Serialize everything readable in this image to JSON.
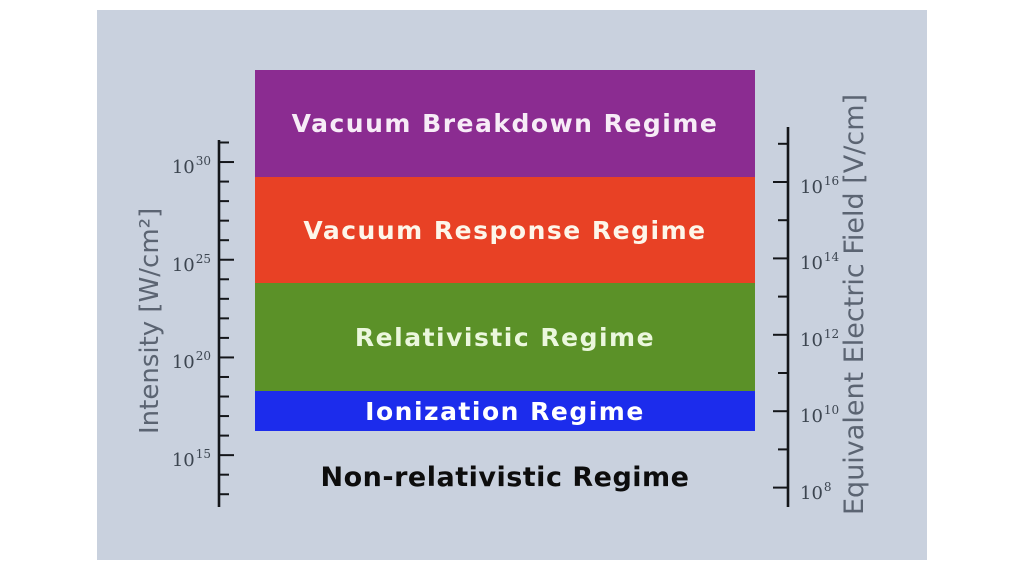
{
  "page": {
    "background": "#ffffff",
    "panel_background": "#c9d1de",
    "axis_color": "#14161a"
  },
  "chart_data": {
    "type": "bar",
    "variant": "horizontal-regime-bands",
    "scale": "log",
    "grid": false,
    "legend": false,
    "left_axis": {
      "label": "Intensity [W/cm²]",
      "units": "W/cm²",
      "side": "left",
      "tick_direction": "right",
      "range_exp": [
        12.3,
        30.9
      ],
      "minor_ticks_per_decade": 1,
      "ticks": [
        {
          "base": "10",
          "exp": "30",
          "value_exp": 30
        },
        {
          "base": "10",
          "exp": "25",
          "value_exp": 25
        },
        {
          "base": "10",
          "exp": "20",
          "value_exp": 20
        },
        {
          "base": "10",
          "exp": "15",
          "value_exp": 15
        }
      ]
    },
    "right_axis": {
      "label": "Equivalent Electric Field [V/cm]",
      "units": "V/cm",
      "side": "right",
      "tick_direction": "left",
      "range_exp": [
        7.5,
        17.4
      ],
      "minor_ticks_per_decade": 1,
      "ticks": [
        {
          "base": "10",
          "exp": "16",
          "value_exp": 16
        },
        {
          "base": "10",
          "exp": "14",
          "value_exp": 14
        },
        {
          "base": "10",
          "exp": "12",
          "value_exp": 12
        },
        {
          "base": "10",
          "exp": "10",
          "value_exp": 10
        },
        {
          "base": "10",
          "exp": "8",
          "value_exp": 8
        }
      ]
    },
    "bands": [
      {
        "name": "Vacuum Breakdown Regime",
        "color": "#8b2c91",
        "text_color": "#f7ecf7",
        "intensity_exp_range": [
          29.2,
          34.7
        ]
      },
      {
        "name": "Vacuum Response Regime",
        "color": "#e84125",
        "text_color": "#fdf6ea",
        "intensity_exp_range": [
          23.8,
          29.2
        ]
      },
      {
        "name": "Relativistic Regime",
        "color": "#5b9128",
        "text_color": "#ebf7dd",
        "intensity_exp_range": [
          18.3,
          23.8
        ]
      },
      {
        "name": "Ionization Regime",
        "color": "#1c2cec",
        "text_color": "#ffffff",
        "intensity_exp_range": [
          16.2,
          18.3
        ]
      }
    ],
    "annotation": {
      "text": "Non-relativistic Regime",
      "color": "#0d0d0d",
      "intensity_exp_below": 16.2
    }
  }
}
